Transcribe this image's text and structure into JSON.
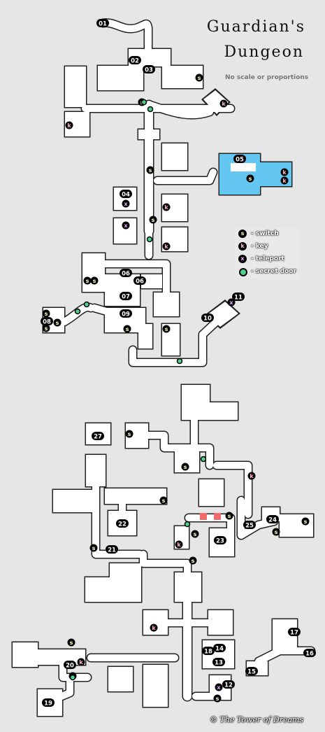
{
  "title": {
    "line1": "Guardian's",
    "line2": "Dungeon"
  },
  "subtitle": "No scale or proportions",
  "credit": "© The Tower of Dreams",
  "legend": [
    {
      "symbol": "s",
      "label": "- switch",
      "color": "#ffffcc"
    },
    {
      "symbol": "k",
      "label": "- key",
      "color": "#ffb3c6"
    },
    {
      "symbol": "x",
      "label": "- teleport",
      "color": "#e7a6ff"
    },
    {
      "symbol": "",
      "label": "- secret door",
      "color": "#4cd08a"
    }
  ],
  "rooms": [
    "01",
    "02",
    "03",
    "04",
    "05",
    "06",
    "06",
    "07",
    "08",
    "09",
    "10",
    "11",
    "12",
    "13",
    "14",
    "15",
    "16",
    "17",
    "18",
    "19",
    "20",
    "21",
    "22",
    "23",
    "24",
    "25",
    "27"
  ],
  "colors": {
    "background": "#e6e6e6",
    "floor": "#ffffff",
    "wall": "#222222",
    "water": "#63c7f2",
    "hazard": "#f26b6b"
  }
}
